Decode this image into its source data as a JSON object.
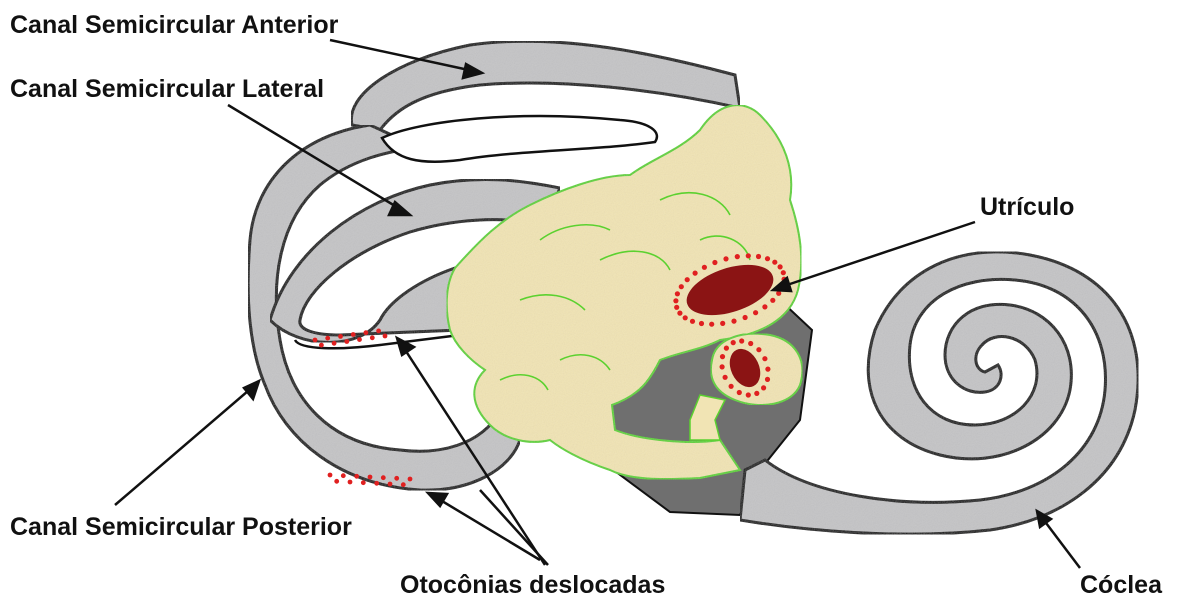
{
  "labels": {
    "anterior": "Canal Semicircular Anterior",
    "lateral": "Canal Semicircular Lateral",
    "posterior": "Canal Semicircular Posterior",
    "otoconias": "Otocônias deslocadas",
    "utriculo": "Utrículo",
    "coclea": "Cóclea"
  },
  "colors": {
    "canal": "#c4c4c6",
    "canal_shade": "#8c90c8",
    "vestibule": "#f1e4b4",
    "vestibule_edge": "#5bd12f",
    "dark_fill": "#6f6f6f",
    "macula": "#8b1414",
    "otoconia": "#e02020",
    "outline": "#111111"
  }
}
